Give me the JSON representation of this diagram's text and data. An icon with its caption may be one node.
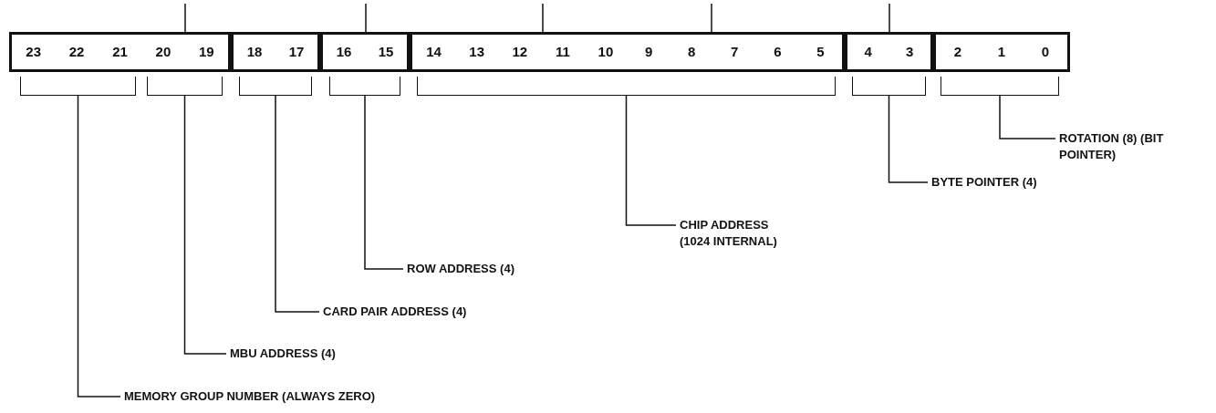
{
  "diagram": {
    "nodes": [
      {
        "text": [
          "23",
          "22",
          "21",
          "20",
          "19"
        ]
      },
      {
        "text": [
          "18",
          "17"
        ]
      },
      {
        "text": [
          "16",
          "15"
        ]
      },
      {
        "text": [
          "14",
          "13",
          "12",
          "11",
          "10",
          "9",
          "8",
          "7",
          "6",
          "5"
        ]
      },
      {
        "text": [
          "4",
          "3"
        ]
      },
      {
        "text": [
          "2",
          "1",
          "0"
        ]
      },
      {
        "text": [],
        "shape": "bracket"
      },
      {
        "text": [],
        "shape": "bracket"
      },
      {
        "text": [],
        "shape": "bracket"
      },
      {
        "text": [],
        "shape": "bracket"
      },
      {
        "text": [],
        "shape": "bracket"
      },
      {
        "text": [],
        "shape": "bracket"
      },
      {
        "text": [],
        "shape": "bracket"
      },
      {
        "text": [
          "MEMORY GROUP NUMBER (ALWAYS ZERO)"
        ]
      },
      {
        "text": [
          "MBU ADDRESS (4)"
        ]
      },
      {
        "text": [
          "CARD PAIR ADDRESS (4)"
        ]
      },
      {
        "text": [
          "ROW ADDRESS (4)"
        ]
      },
      {
        "text": [
          "CHIP ADDRESS (1024 INTERNAL)"
        ]
      },
      {
        "text": [
          "BYTE POINTER (4)"
        ]
      },
      {
        "text": [
          "ROTATION (8) (BIT POINTER)"
        ]
      }
    ],
    "edges": [
      {
        "from": 13,
        "to": 6,
        "arrow": "none"
      },
      {
        "from": 14,
        "to": 7,
        "arrow": "none"
      },
      {
        "from": 15,
        "to": 8,
        "arrow": "none"
      },
      {
        "from": 16,
        "to": 9,
        "arrow": "none"
      },
      {
        "from": 17,
        "to": 10,
        "arrow": "none"
      },
      {
        "from": 18,
        "to": 11,
        "arrow": "none"
      },
      {
        "from": 19,
        "to": 12,
        "arrow": "none"
      }
    ]
  }
}
